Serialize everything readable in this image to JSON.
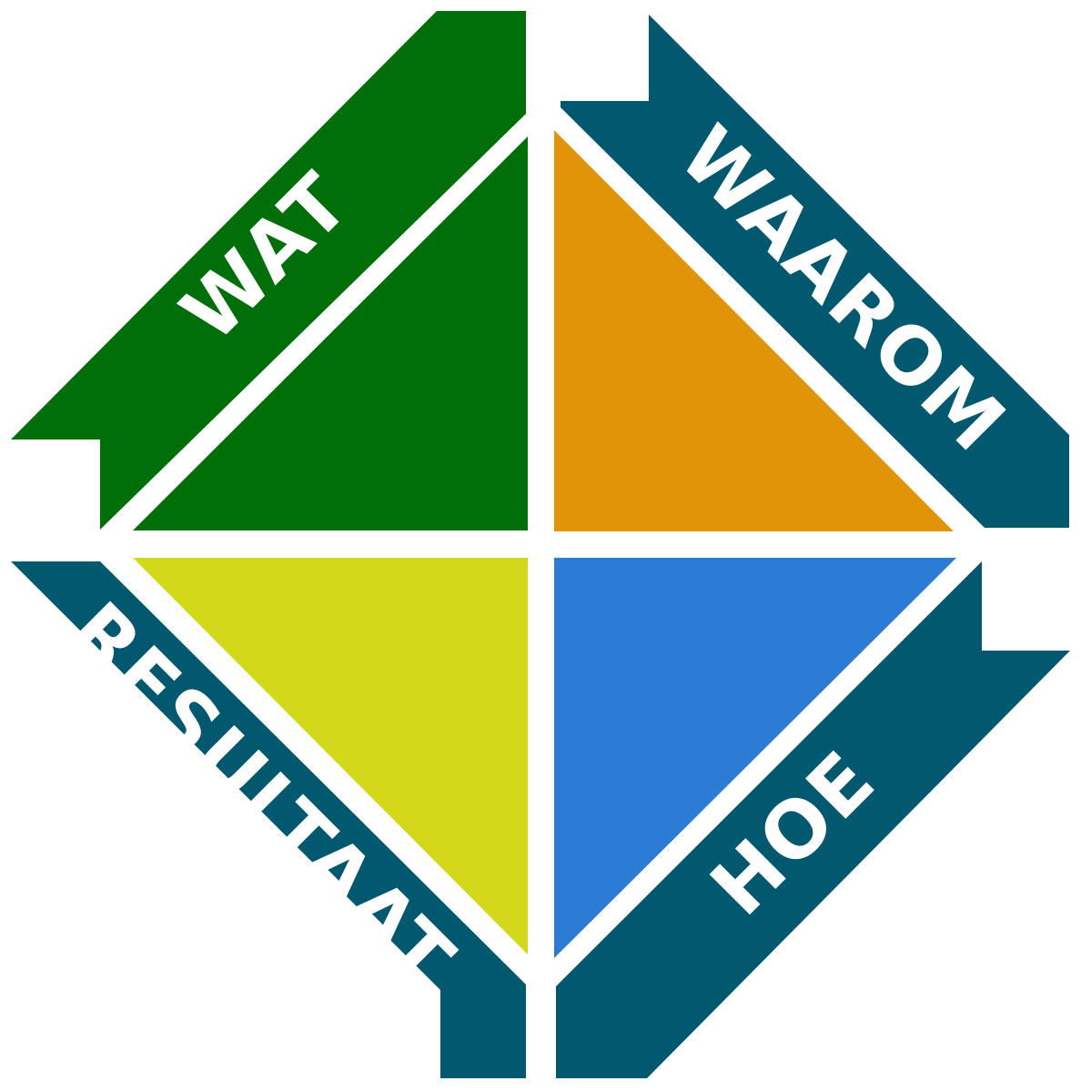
{
  "labels": {
    "wat": "WAT",
    "waarom": "WAAROM",
    "resultaat": "RESULTAAT",
    "hoe": "HOE"
  },
  "colors": {
    "green_ribbon": "#006F0A",
    "teal_ribbon": "#02586F",
    "green_triangle": "#006F0A",
    "orange_triangle": "#E29409",
    "lime_triangle": "#D4D81A",
    "blue_triangle": "#2C7CD6",
    "text": "#FFFFFF",
    "background": "#FFFFFF"
  }
}
